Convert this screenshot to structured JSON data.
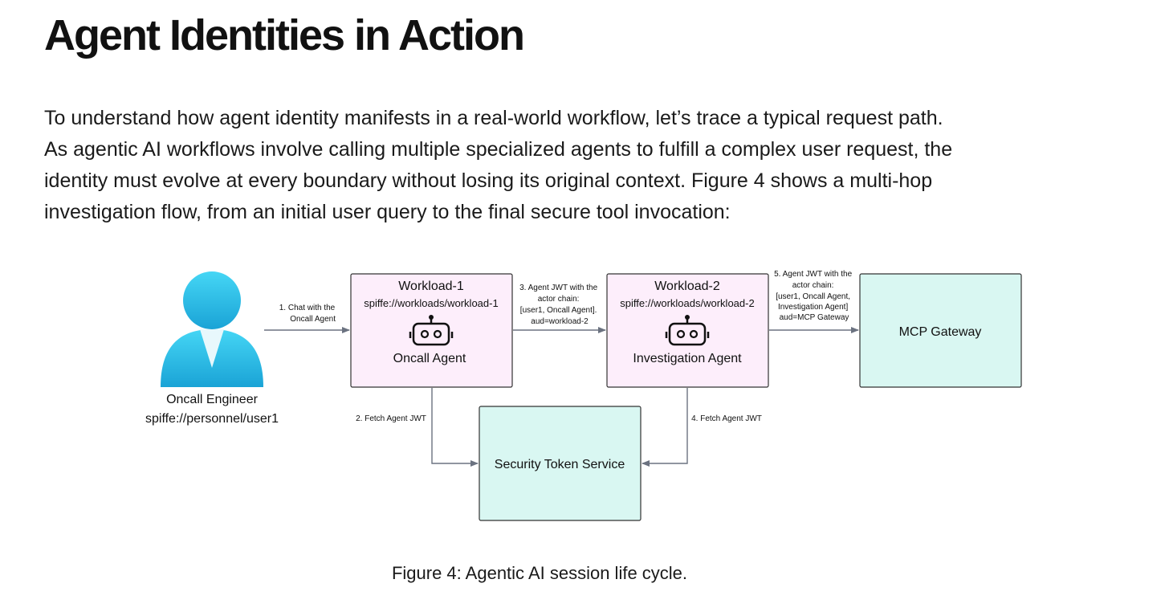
{
  "heading": "Agent Identities in Action",
  "intro_lines": [
    "To understand how agent identity manifests in a real-world workflow, let’s trace a typical request path.",
    "As agentic AI workflows involve calling multiple specialized agents to fulfill a complex user request, the",
    "identity must evolve at every boundary without losing its original context. Figure 4 shows a multi-hop",
    "investigation flow, from an initial user query to the final secure tool invocation:"
  ],
  "diagram": {
    "user": {
      "name": "Oncall Engineer",
      "id": "spiffe://personnel/user1"
    },
    "workload1": {
      "title": "Workload-1",
      "spiffe": "spiffe://workloads/workload-1",
      "agent": "Oncall Agent"
    },
    "workload2": {
      "title": "Workload-2",
      "spiffe": "spiffe://workloads/workload-2",
      "agent": "Investigation Agent"
    },
    "mcp_gateway": {
      "label": "MCP Gateway"
    },
    "sts": {
      "label": "Security Token Service"
    },
    "edges": {
      "e1": [
        "1. Chat with the",
        "Oncall Agent"
      ],
      "e2": [
        "2. Fetch Agent JWT"
      ],
      "e3": [
        "3. Agent JWT with the",
        "actor chain:",
        "[user1, Oncall Agent].",
        "aud=workload-2"
      ],
      "e4": [
        "4. Fetch Agent JWT"
      ],
      "e5": [
        "5. Agent JWT with the",
        "actor chain:",
        "[user1, Oncall Agent,",
        "Investigation Agent]",
        "aud=MCP Gateway"
      ]
    },
    "colors": {
      "workload_fill": "#fdeefb",
      "service_fill": "#d9f7f2",
      "person": "#3cc8ea",
      "edge": "#6b7280"
    },
    "icons": {
      "user": "person-icon",
      "agent": "robot-icon"
    }
  },
  "caption": "Figure 4: Agentic AI session life cycle."
}
